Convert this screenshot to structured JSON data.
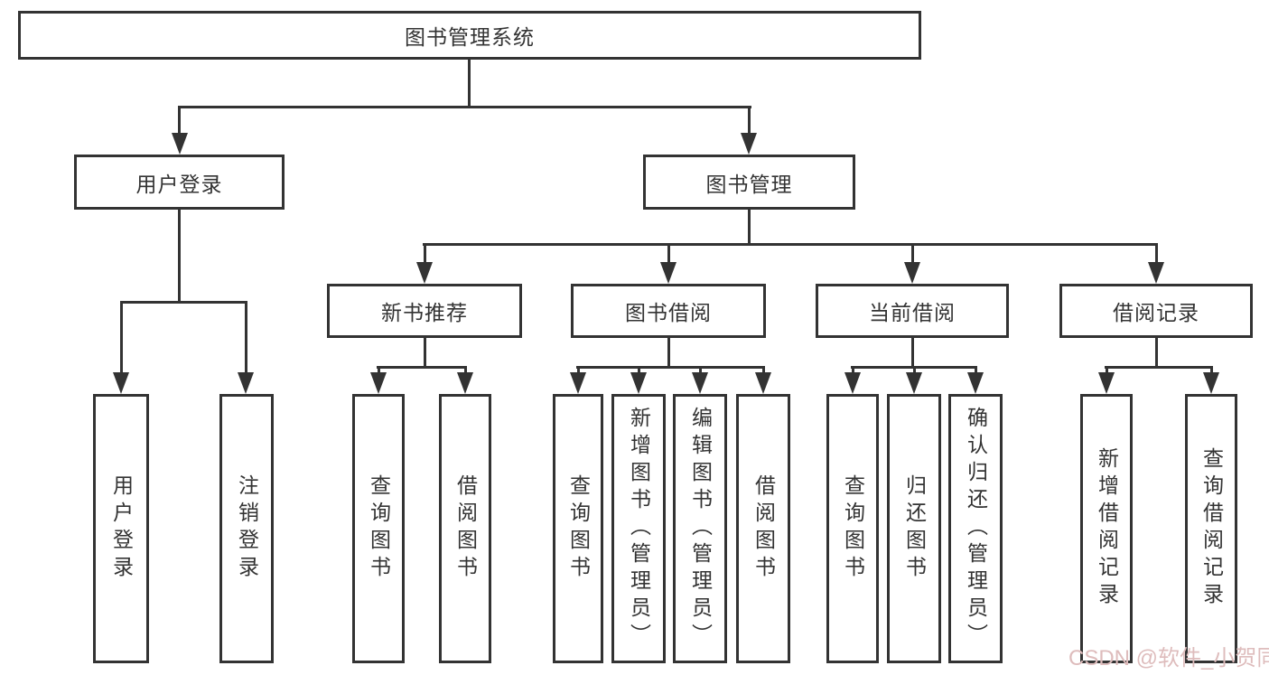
{
  "diagram_title": "图书管理系统",
  "colors": {
    "line": "#333333",
    "text": "#333333",
    "background": "#ffffff",
    "watermark": "#debcbc"
  },
  "tree": {
    "root": {
      "label": "图书管理系统"
    },
    "branches": [
      {
        "label": "用户登录",
        "children": [
          {
            "label": "用户登录"
          },
          {
            "label": "注销登录"
          }
        ]
      },
      {
        "label": "图书管理",
        "children": [
          {
            "label": "新书推荐",
            "children": [
              {
                "label": "查询图书"
              },
              {
                "label": "借阅图书"
              }
            ]
          },
          {
            "label": "图书借阅",
            "children": [
              {
                "label": "查询图书"
              },
              {
                "label": "新增图书（管理员）"
              },
              {
                "label": "编辑图书（管理员）"
              },
              {
                "label": "借阅图书"
              }
            ]
          },
          {
            "label": "当前借阅",
            "children": [
              {
                "label": "查询图书"
              },
              {
                "label": "归还图书"
              },
              {
                "label": "确认归还（管理员）"
              }
            ]
          },
          {
            "label": "借阅记录",
            "children": [
              {
                "label": "新增借阅记录"
              },
              {
                "label": "查询借阅记录"
              }
            ]
          }
        ]
      }
    ]
  },
  "watermark": "CSDN @软件_小贺同学"
}
